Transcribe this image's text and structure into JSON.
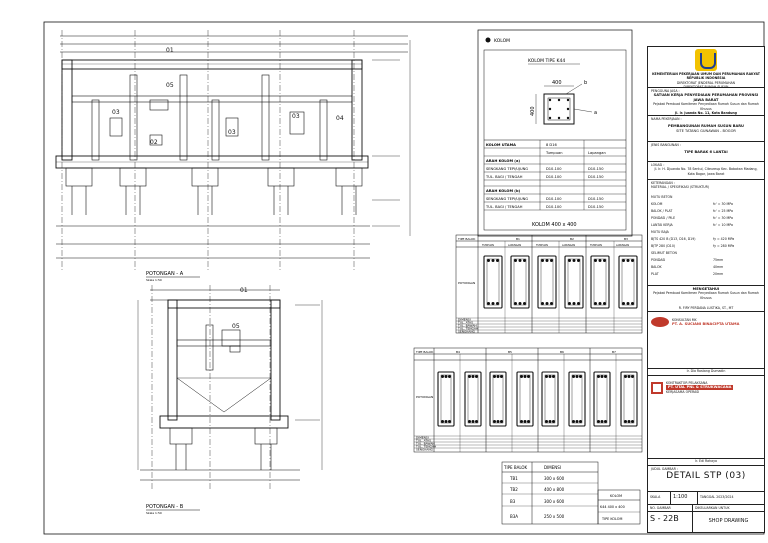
{
  "drawing": {
    "section_a": "POTONGAN - A",
    "section_b": "POTONGAN - B",
    "scale_a": "Skala 1:50",
    "scale_b": "Skala 1:50",
    "tag_01": "01",
    "tag_02": "02",
    "tag_03": "03",
    "tag_04": "04",
    "tag_05": "05"
  },
  "column_detail": {
    "legend": "KOLOM",
    "title": "KOLOM TIPE K44",
    "dim_top": "400",
    "dim_side": "400",
    "mark_a": "a",
    "mark_b": "b",
    "main_label": "KOLOM UTAMA",
    "main_value": "8 D16",
    "col_tumpuan": "Tumpuan",
    "col_lapangan": "Lapangan",
    "dir_a": "ARAH KOLOM (a)",
    "dir_b": "ARAH KOLOM (b)",
    "row1_label": "SENGKANG TEPI/UJUNG",
    "row2_label": "TUL. BAGI / TENGAH",
    "a_r1": [
      "D10-100",
      "D10-150"
    ],
    "a_r2": [
      "D10-100",
      "D10-150"
    ],
    "b_r1": [
      "D10-100",
      "D10-150"
    ],
    "b_r2": [
      "D10-100",
      "D10-150"
    ],
    "caption": "KOLOM 400 x 400"
  },
  "sloof_table_1": {
    "headers": [
      "TIPE BALOK",
      "B1",
      "B2",
      "B3"
    ],
    "side_label": "POTONGAN",
    "sub_headers": [
      "TUMPUAN",
      "LAPANGAN",
      "TUMPUAN",
      "LAPANGAN",
      "TUMPUAN",
      "LAPANGAN"
    ],
    "rows": [
      "DIMENSI",
      "TUL. ATAS",
      "TUL. BAWAH",
      "TUL. TENGAH",
      "SENGKANG"
    ]
  },
  "sloof_table_2": {
    "headers": [
      "TIPE BALOK",
      "B4",
      "B5",
      "B6",
      "B7"
    ],
    "side_label": "POTONGAN",
    "rows": [
      "DIMENSI",
      "TUL. ATAS",
      "TUL. BAWAH",
      "TUL. TENGAH",
      "SENGKANG"
    ]
  },
  "beam_summary": {
    "headers": [
      "TIPE BALOK",
      "DIMENSI"
    ],
    "rows": [
      [
        "TB1",
        "300 x 600"
      ],
      [
        "TB2",
        "400 x 800"
      ],
      [
        "B3",
        "300 x 600"
      ],
      [
        "B3A",
        "250 x 500"
      ]
    ]
  },
  "kolom_summary": {
    "header": "KOLOM",
    "rows": [
      "K44 400 x 400",
      "TIPE KOLOM"
    ]
  },
  "title_block": {
    "ministry": "KEMENTERIAN PEKERJAAN UMUM DAN PERUMAHAN RAKYAT REPUBLIK INDONESIA",
    "directorate": "DIREKTORAT JENDERAL PERUMAHAN",
    "dept": "DIREKTORAT RUMAH SUSUN",
    "owner_label": "PENGGUNA JASA :",
    "owner_name": "SATUAN KERJA PENYEDIAAN PERUMAHAN PROVINSI JAWA BARAT",
    "owner_sub": "Pejabat Pembuat Komitmen Penyediaan Rumah Susun dan Rumah Khusus",
    "owner_addr": "Jl. Ir. Juanda No. 11, Kota Bandung",
    "project_label": "NAMA PEKERJAAN :",
    "project_name": "PEMBANGUNAN RUMAH SUSUN BARU",
    "project_sub": "SITE TATANG GUNAWAN - BOGOR",
    "type_label": "JENIS BANGUNAN :",
    "type_name": "TIPE BARAK 6 LANTAI",
    "location_label": "LOKASI :",
    "location_text": "Jl. Ir. H. Djuanda No. 78 Sentul, Citeureup Kec. Babakan Madang, Kota Bogor, Jawa Barat",
    "notes_label": "KETERANGAN :",
    "notes_sub": "MATERIAL / SPESIFIKASI (STRUKTUR)",
    "spec_rows": [
      [
        "MUTU BETON",
        ""
      ],
      [
        "KOLOM",
        "fc' = 30 MPa"
      ],
      [
        "BALOK / PLAT",
        "fc' = 25 MPa"
      ],
      [
        "PONDASI / PILE",
        "fc' = 30 MPa"
      ],
      [
        "LANTAI KERJA",
        "fc' = 10 MPa"
      ],
      [
        "MUTU BAJA",
        ""
      ],
      [
        "BJTS 420 B (D13, D16, D19)",
        "fy = 420 MPa"
      ],
      [
        "BJTP 280 (D10)",
        "fy = 280 MPa"
      ],
      [
        "SELIMUT BETON",
        ""
      ],
      [
        "PONDASI",
        "75mm"
      ],
      [
        "BALOK",
        "40mm"
      ],
      [
        "PLAT",
        "20mm"
      ]
    ],
    "approved_label": "MENGETAHUI",
    "approved_title": "Pejabat Pembuat Komitmen Penyediaan Rumah Susun dan Rumah Khusus",
    "approved_name": "R. FIRY PERDANA LUSTIKA, ST., MT",
    "planner_label": "KONSULTAN MK",
    "planner_firm": "PT. A. SUCIANI BINACIPTA UTAMA",
    "planner_sig": "Ir. Dia Rostang Dumadin",
    "contractor_label": "KONTRAKTOR PELAKSANA",
    "contractor_firm": "PT. UTAL PNL & STRUKWACANA",
    "contractor_sub": "KERJASAMA OPERASI",
    "contractor_sig": "Ir. Edi Rahaya",
    "drawing_label": "JUDUL GAMBAR :",
    "drawing_title": "DETAIL STP (03)",
    "scale_label": "SKALA",
    "scale_value": "1:100",
    "date_label": "TANGGAL",
    "date_value": "2023/2024",
    "no_label": "NO. GAMBAR",
    "status_label": "DIKELUARKAN UNTUK",
    "sheet_no": "S - 22B",
    "status": "SHOP DRAWING"
  },
  "colors": {
    "line": "#111111",
    "accent": "#1f3f8f",
    "logo_yellow": "#f2c200",
    "red": "#c0392b"
  }
}
